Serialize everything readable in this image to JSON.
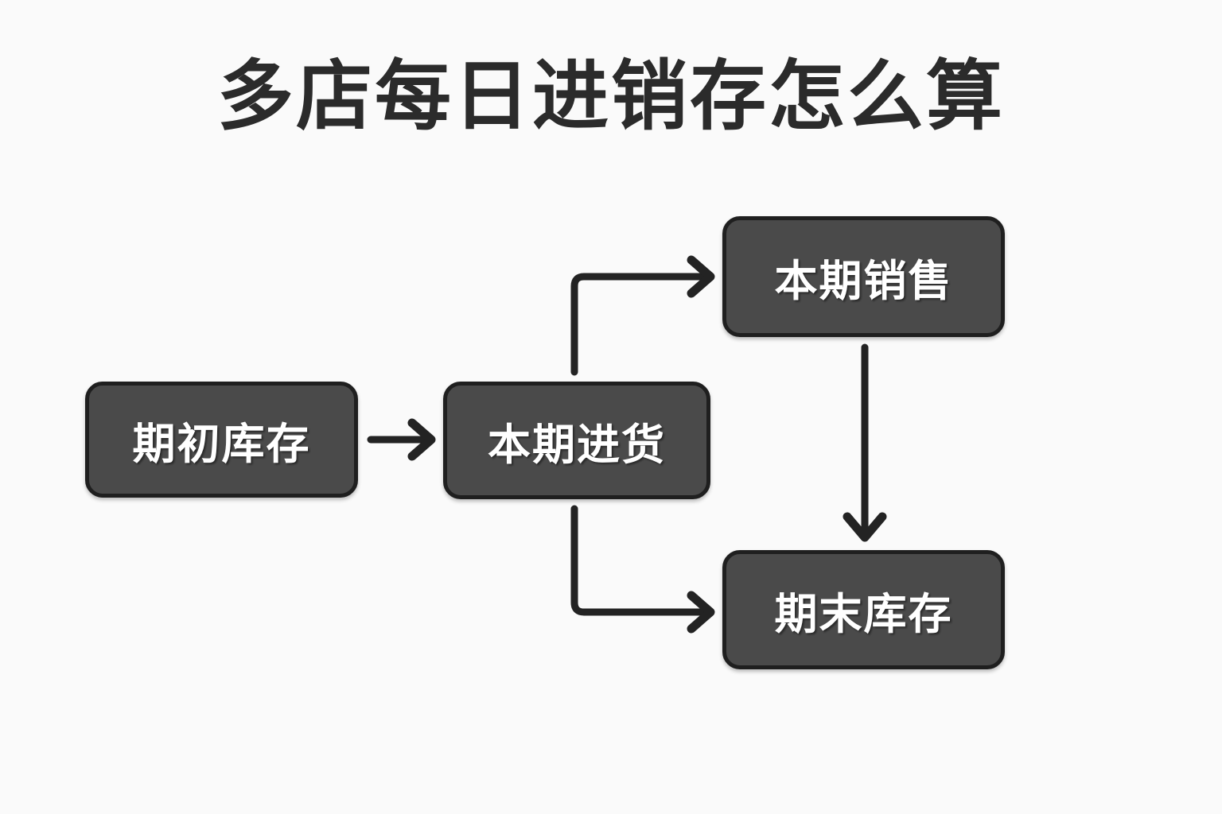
{
  "page": {
    "title": "多店每日进销存怎么算",
    "background_color": "#fafafa",
    "node_fill_color": "#4a4a4a",
    "node_border_color": "#1f1f1f",
    "node_text_color": "#ffffff",
    "connector_color": "#232323"
  },
  "diagram": {
    "type": "flowchart",
    "nodes": [
      {
        "id": "opening",
        "label": "期初库存"
      },
      {
        "id": "purchase",
        "label": "本期进货"
      },
      {
        "id": "sales",
        "label": "本期销售"
      },
      {
        "id": "closing",
        "label": "期末库存"
      }
    ],
    "edges": [
      {
        "from": "opening",
        "to": "purchase",
        "style": "straight-right"
      },
      {
        "from": "purchase",
        "to": "sales",
        "style": "elbow-up-right"
      },
      {
        "from": "purchase",
        "to": "closing",
        "style": "elbow-down-right"
      },
      {
        "from": "sales",
        "to": "closing",
        "style": "straight-down"
      }
    ]
  }
}
